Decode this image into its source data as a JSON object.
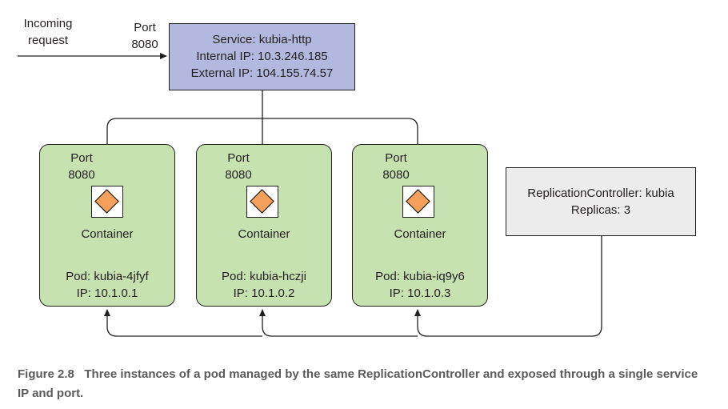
{
  "incoming": {
    "line1": "Incoming",
    "line2": "request"
  },
  "service_port": {
    "line1": "Port",
    "line2": "8080"
  },
  "service": {
    "name": "Service: kubia-http",
    "internal_ip": "Internal IP: 10.3.246.185",
    "external_ip": "External IP: 104.155.74.57"
  },
  "pods": [
    {
      "port_line1": "Port",
      "port_line2": "8080",
      "container": "Container",
      "pod": "Pod: kubia-4jfyf",
      "ip": "IP: 10.1.0.1"
    },
    {
      "port_line1": "Port",
      "port_line2": "8080",
      "container": "Container",
      "pod": "Pod: kubia-hczji",
      "ip": "IP: 10.1.0.2"
    },
    {
      "port_line1": "Port",
      "port_line2": "8080",
      "container": "Container",
      "pod": "Pod: kubia-iq9y6",
      "ip": "IP: 10.1.0.3"
    }
  ],
  "replication_controller": {
    "name": "ReplicationController: kubia",
    "replicas": "Replicas: 3"
  },
  "caption": {
    "figure": "Figure 2.8",
    "text": "Three instances of a pod managed by the same ReplicationController and exposed through a single service IP and port."
  },
  "colors": {
    "service_fill": "#b3b8de",
    "pod_fill": "#c6e2b0",
    "rc_fill": "#ececec",
    "container_icon_fill": "#f5a05a",
    "stroke": "#231f20",
    "caption": "#5b5b5b"
  },
  "icons": [
    "container-diamond-icon",
    "arrow-head-icon"
  ]
}
